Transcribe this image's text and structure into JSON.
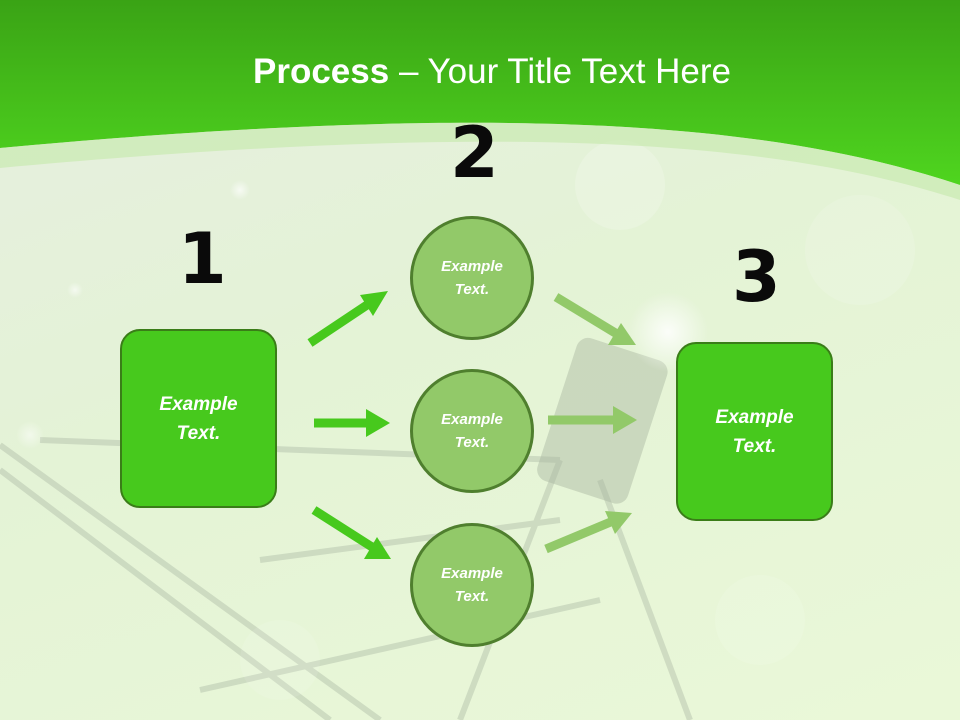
{
  "title": {
    "bold": "Process",
    "rest": " – Your Title Text Here"
  },
  "steps": [
    {
      "number": "1",
      "text_line1": "Example",
      "text_line2": "Text."
    },
    {
      "number": "2",
      "text_line1": "Example",
      "text_line2": "Text."
    },
    {
      "number": "3",
      "text_line1": "Example",
      "text_line2": "Text."
    }
  ],
  "circles": [
    {
      "text_line1": "Example",
      "text_line2": "Text."
    },
    {
      "text_line1": "Example",
      "text_line2": "Text."
    },
    {
      "text_line1": "Example",
      "text_line2": "Text."
    }
  ],
  "colors": {
    "header_green": "#47c91d",
    "box_green": "#47c91d",
    "circle_green": "#92c969",
    "arrow_dark": "#47c91d",
    "arrow_light": "#92c969"
  }
}
